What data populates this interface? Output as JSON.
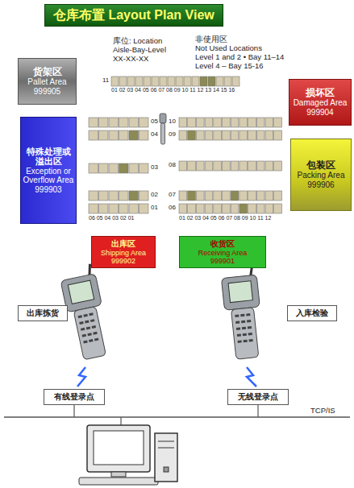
{
  "diagram": {
    "title": "仓库布置 Layout Plan View",
    "nodes": [
      {
        "text": [
          "货架区",
          "Pallet Area",
          "999905"
        ]
      },
      {
        "text": [
          "损坏区",
          "Damaged Area",
          "999904"
        ]
      },
      {
        "text": [
          "特殊处理或溢出区",
          "Exception or Overflow Area",
          "999903"
        ]
      },
      {
        "text": [
          "包装区",
          "Packing Area",
          "999906"
        ]
      },
      {
        "text": [
          "出库区",
          "Shipping Area",
          "999902"
        ]
      },
      {
        "text": [
          "收货区",
          "Receiving Area",
          "999901"
        ]
      },
      {
        "text": [
          "出库拣货"
        ]
      },
      {
        "text": [
          "入库检验"
        ]
      },
      {
        "text": [
          "有线登录点"
        ]
      },
      {
        "text": [
          "无线登录点"
        ]
      }
    ],
    "labels": [
      "库位: Location",
      "Aisle-Bay-Level",
      "XX-XX-XX",
      "非使用区",
      "Not Used Locations",
      "Level 1 and 2 • Bay 11–14",
      "Level 4 – Bay 15-16",
      "11",
      "01 02 03 04 05 06 07 08 09 10 11 12 13 14 15 16",
      "05",
      "10",
      "04",
      "09",
      "03",
      "08",
      "02",
      "07",
      "01",
      "06",
      "06 05 04 03 02 01",
      "01 02 03 04 05 06 07 08 09 10 11 12",
      "TCP/IS"
    ]
  }
}
